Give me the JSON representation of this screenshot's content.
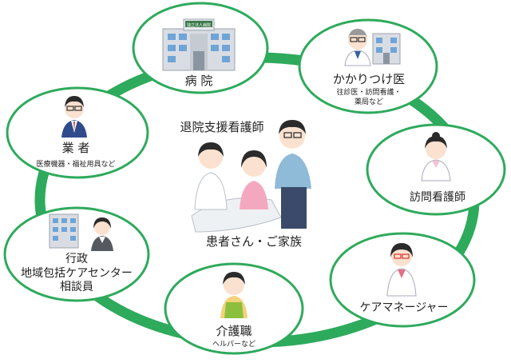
{
  "colors": {
    "ring": "#2eaa5c",
    "node_fill": "#ffffff",
    "node_stroke": "#2eaa5c",
    "text": "#222222",
    "skin": "#fbe1cf",
    "hair": "#2b2b2b",
    "nurse": "#ffffff",
    "patient_shirt": "#f4a8c0",
    "father_shirt": "#8fbad8",
    "father_pants": "#3b4a6b",
    "care_apron": "#8dbf3f",
    "building": "#d9dde3",
    "building_window": "#6fa4d6"
  },
  "center": {
    "title": "退院支援看護師",
    "subtitle": "患者さん・ご家族"
  },
  "nodes": {
    "hospital": {
      "title": "病 院",
      "sign": "独立法人病院",
      "icon": "hospital-building-icon"
    },
    "family_doctor": {
      "title": "かかりつけ医",
      "sub1": "往診医・訪問看護・",
      "sub2": "薬局など",
      "icon": "doctor-icon"
    },
    "visiting_nurse": {
      "title": "訪問看護師",
      "icon": "nurse-icon"
    },
    "care_manager": {
      "title": "ケアマネージャー",
      "icon": "care-manager-icon"
    },
    "caregiver": {
      "title": "介護職",
      "sub": "ヘルパーなど",
      "icon": "caregiver-icon"
    },
    "government": {
      "title1": "行政",
      "title2": "地域包括ケアセンター",
      "title3": "相談員",
      "icon": "office-worker-icon"
    },
    "vendor": {
      "title": "業 者",
      "sub": "医療機器・福祉用具など",
      "icon": "businessman-icon"
    }
  }
}
